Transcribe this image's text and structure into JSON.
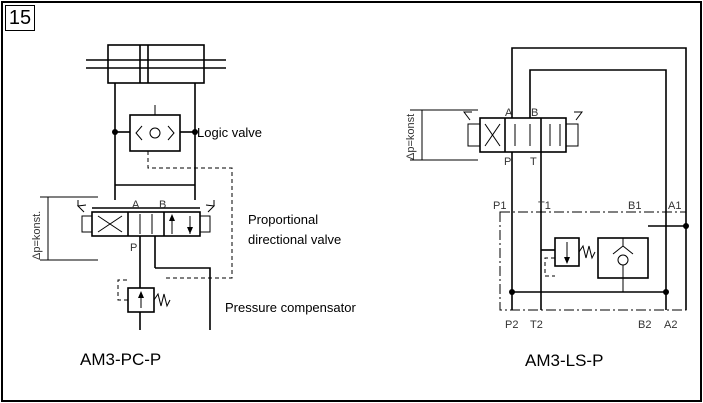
{
  "figure_number": "15",
  "left": {
    "caption": "AM3-PC-P",
    "labels": {
      "logic_valve": "Logic valve",
      "proportional_line1": "Proportional",
      "proportional_line2": "directional valve",
      "pressure_compensator": "Pressure compensator",
      "delta_p": "Δp=konst."
    },
    "ports": {
      "A": "A",
      "B": "B",
      "P": "P"
    }
  },
  "right": {
    "caption": "AM3-LS-P",
    "labels": {
      "delta_p": "Δp=konst"
    },
    "ports": {
      "A": "A",
      "B": "B",
      "P": "P",
      "T": "T",
      "P1": "P1",
      "T1": "T1",
      "B1": "B1",
      "A1": "A1",
      "P2": "P2",
      "T2": "T2",
      "B2": "B2",
      "A2": "A2"
    }
  }
}
